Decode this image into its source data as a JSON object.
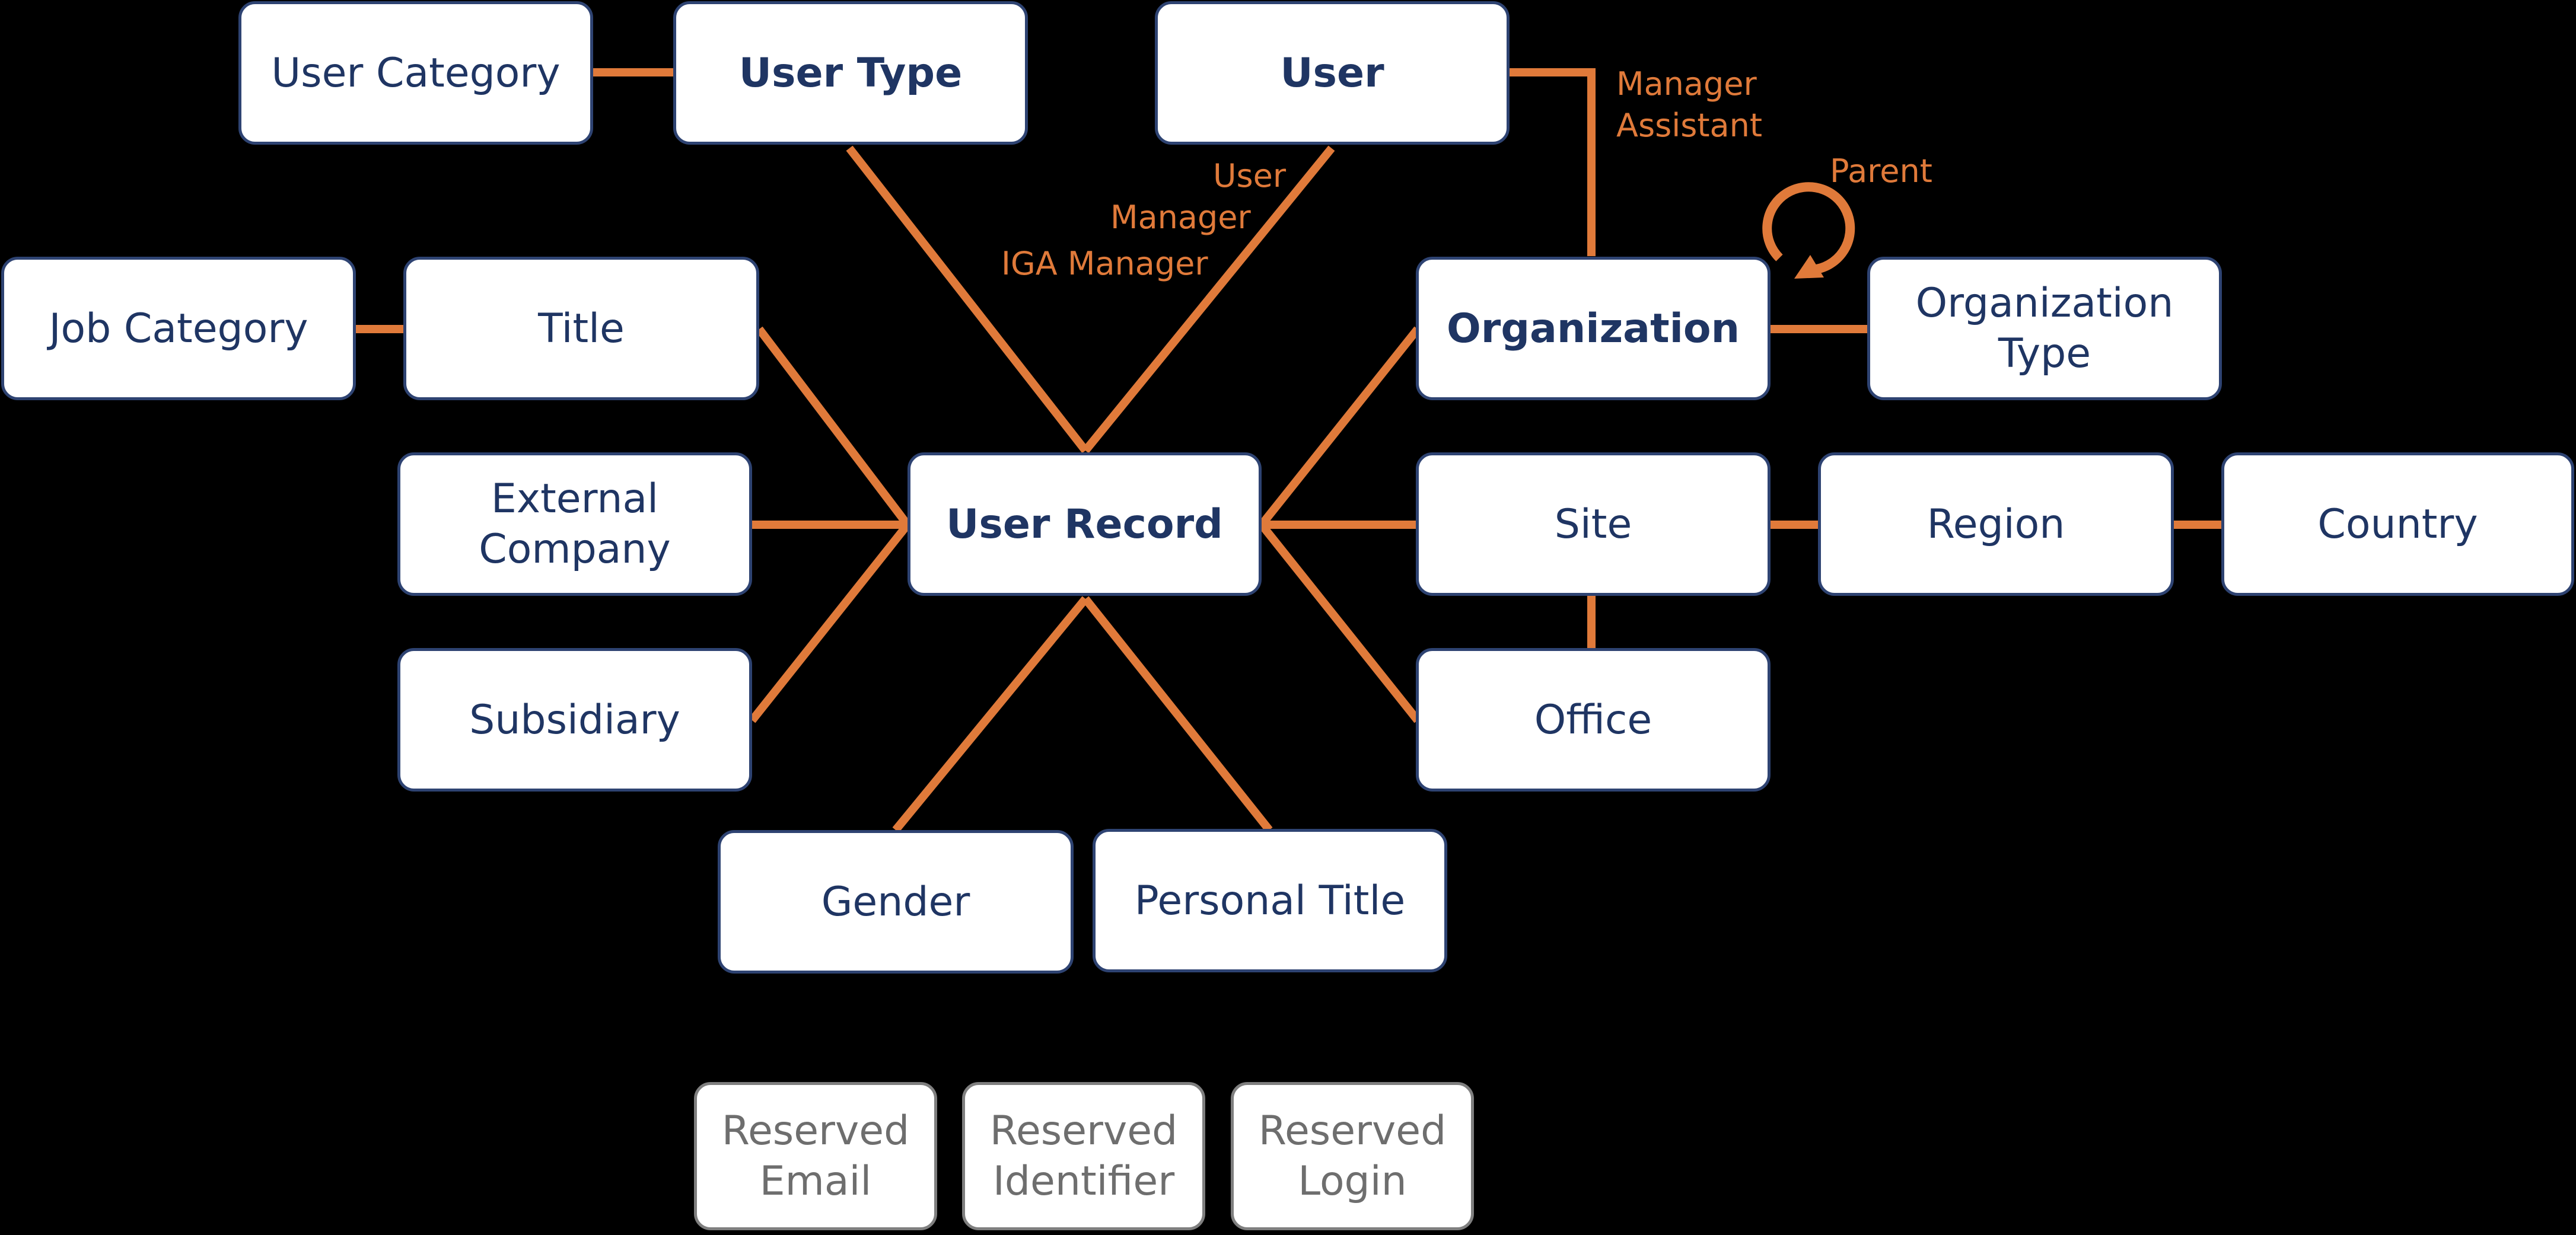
{
  "colors": {
    "background": "#000000",
    "node_fill": "#ffffff",
    "node_border": "#2e4372",
    "node_text": "#1f3563",
    "reserved_border": "#7f7f7f",
    "reserved_text": "#6e6e6e",
    "edge": "#e07a3a",
    "edge_label": "#e07a3a"
  },
  "nodes": {
    "user_category": "User Category",
    "user_type": "User Type",
    "user": "User",
    "job_category": "Job Category",
    "title": "Title",
    "organization": "Organization",
    "organization_type": "Organization\nType",
    "external_company": "External\nCompany",
    "user_record": "User Record",
    "site": "Site",
    "region": "Region",
    "country": "Country",
    "subsidiary": "Subsidiary",
    "office": "Office",
    "gender": "Gender",
    "personal_title": "Personal Title",
    "reserved_email": "Reserved\nEmail",
    "reserved_identifier": "Reserved\nIdentifier",
    "reserved_login": "Reserved\nLogin"
  },
  "edge_labels": {
    "user_user": "User",
    "user_manager": "Manager",
    "iga_manager": "IGA Manager",
    "manager": "Manager",
    "assistant": "Assistant",
    "parent": "Parent"
  },
  "icons": {
    "self_loop": "circular-arrow-icon"
  }
}
